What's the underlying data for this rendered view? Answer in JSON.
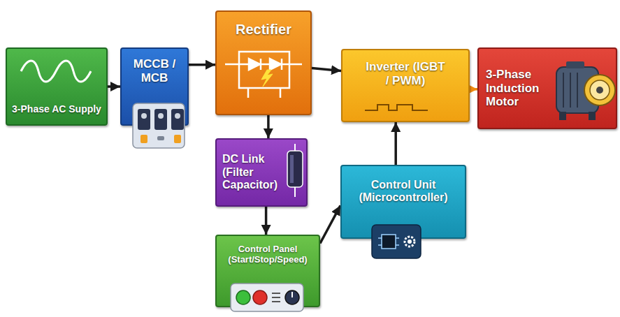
{
  "diagram": {
    "nodes": [
      {
        "text": [
          "3-Phase AC Supply"
        ]
      },
      {
        "text": [
          "MCCB / MCB"
        ]
      },
      {
        "text": [
          "Rectifier"
        ]
      },
      {
        "text": [
          "Inverter (IGBT / PWM)"
        ]
      },
      {
        "text": [
          "3-Phase Induction Motor"
        ]
      },
      {
        "text": [
          "DC Link (Filter Capacitor)"
        ]
      },
      {
        "text": [
          "Control Unit (Microcontroller)"
        ]
      },
      {
        "text": [
          "Control Panel (Start/Stop/Speed)"
        ]
      }
    ],
    "edges": [
      {
        "from": 0,
        "to": 1,
        "arrow": "to"
      },
      {
        "from": 1,
        "to": 2,
        "arrow": "to"
      },
      {
        "from": 2,
        "to": 3,
        "arrow": "to"
      },
      {
        "from": 3,
        "to": 4,
        "arrow": "to"
      },
      {
        "from": 2,
        "to": 5,
        "arrow": "to"
      },
      {
        "from": 5,
        "to": 7,
        "arrow": "to"
      },
      {
        "from": 7,
        "to": 6,
        "arrow": "to"
      },
      {
        "from": 6,
        "to": 3,
        "arrow": "to"
      }
    ]
  }
}
